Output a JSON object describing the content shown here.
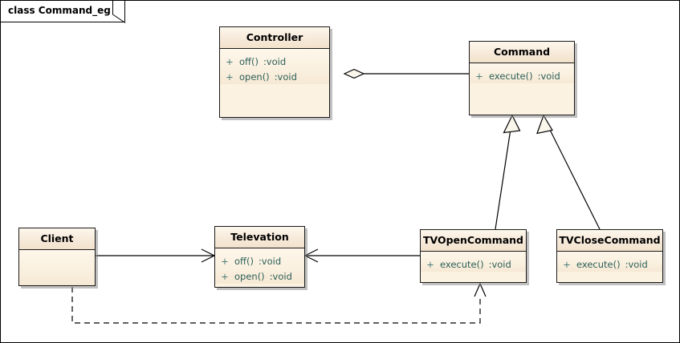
{
  "diagram": {
    "frame_label": "class Command_eg",
    "background_color": "#ffffff",
    "border_color": "#000000",
    "class_fill_color": "#fbf2e2",
    "class_border_color": "#1a1a1a",
    "member_text_color": "#2c5f59"
  },
  "classes": [
    {
      "id": "controller",
      "name": "Controller",
      "members": [
        {
          "visibility": "+",
          "signature": "off()",
          "return_type": ":void"
        },
        {
          "visibility": "+",
          "signature": "open()",
          "return_type": ":void"
        }
      ]
    },
    {
      "id": "command",
      "name": "Command",
      "members": [
        {
          "visibility": "+",
          "signature": "execute()",
          "return_type": ":void"
        }
      ]
    },
    {
      "id": "client",
      "name": "Client",
      "members": []
    },
    {
      "id": "televation",
      "name": "Televation",
      "members": [
        {
          "visibility": "+",
          "signature": "off()",
          "return_type": ":void"
        },
        {
          "visibility": "+",
          "signature": "open()",
          "return_type": ":void"
        }
      ]
    },
    {
      "id": "tvopencommand",
      "name": "TVOpenCommand",
      "members": [
        {
          "visibility": "+",
          "signature": "execute()",
          "return_type": ":void"
        }
      ]
    },
    {
      "id": "tvclosecommand",
      "name": "TVCloseCommand",
      "members": [
        {
          "visibility": "+",
          "signature": "execute()",
          "return_type": ":void"
        }
      ]
    }
  ],
  "relationships": [
    {
      "id": "controller-command",
      "type": "aggregation",
      "from": "controller",
      "to": "command",
      "label": ""
    },
    {
      "id": "tvopencommand-command",
      "type": "generalization",
      "from": "tvopencommand",
      "to": "command",
      "label": ""
    },
    {
      "id": "tvclosecommand-command",
      "type": "generalization",
      "from": "tvclosecommand",
      "to": "command",
      "label": ""
    },
    {
      "id": "client-televation",
      "type": "association",
      "from": "client",
      "to": "televation",
      "label": ""
    },
    {
      "id": "tvopencommand-televation",
      "type": "association",
      "from": "tvopencommand",
      "to": "televation",
      "label": ""
    },
    {
      "id": "client-tvopencommand",
      "type": "dependency",
      "from": "client",
      "to": "tvopencommand",
      "label": ""
    }
  ]
}
